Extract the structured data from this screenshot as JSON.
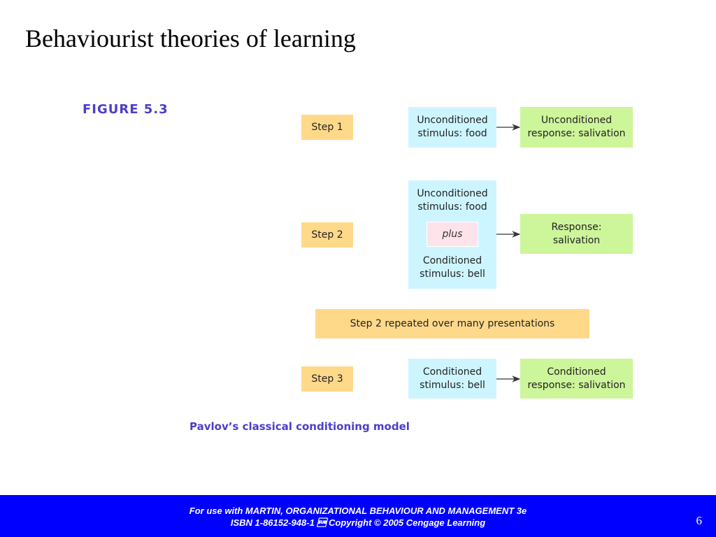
{
  "slide": {
    "title": "Behaviourist theories of learning",
    "figure_label": "FIGURE 5.3",
    "caption": "Pavlov’s classical conditioning model",
    "page_number": "6"
  },
  "steps": {
    "step1": {
      "label": "Step 1",
      "stimulus": "Unconditioned\nstimulus: food",
      "response": "Unconditioned\nresponse: salivation"
    },
    "step2": {
      "label": "Step 2",
      "stimulus_top": "Unconditioned\nstimulus: food",
      "plus": "plus",
      "stimulus_bottom": "Conditioned\nstimulus: bell",
      "response": "Response:\nsalivation"
    },
    "repeated": "Step 2 repeated over many presentations",
    "step3": {
      "label": "Step 3",
      "stimulus": "Conditioned\nstimulus: bell",
      "response": "Conditioned\nresponse: salivation"
    }
  },
  "footer": {
    "line1": "For use with MARTIN, ORGANIZATIONAL BEHAVIOUR AND MANAGEMENT 3e",
    "line2": "ISBN 1-86152-948-1 \u001a Copyright © 2005 Cengage Learning"
  },
  "colors": {
    "step_fill": "#ffd98a",
    "stimulus_fill": "#cdf5ff",
    "response_fill": "#cdf59a",
    "plus_fill": "#ffe3ea",
    "accent_text": "#4a3fc8",
    "footer_bg": "#0000ff"
  }
}
